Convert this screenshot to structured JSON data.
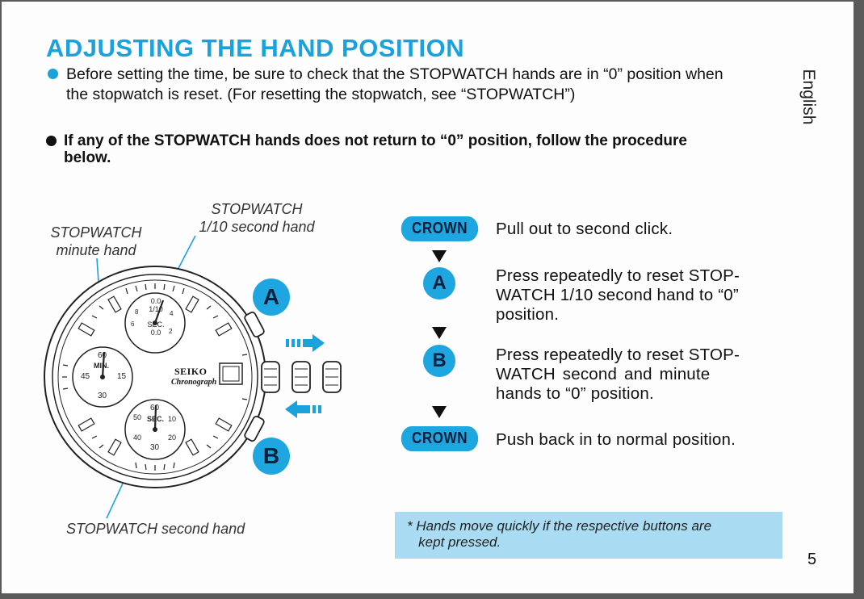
{
  "page": {
    "title": "ADJUSTING THE HAND POSITION",
    "intro_lines": [
      "Before setting the time, be sure to check that the STOPWATCH hands are in “0” position when",
      "the stopwatch is reset.  (For resetting the stopwatch, see “STOPWATCH”)"
    ],
    "note_lines": [
      "If any of the STOPWATCH hands does not return to “0” position, follow the procedure",
      "below."
    ],
    "language_tab": "English",
    "page_number": "5"
  },
  "diagram": {
    "label_minute_hand": [
      "STOPWATCH",
      "minute hand"
    ],
    "label_tenth_hand": [
      "STOPWATCH",
      "1/10 second hand"
    ],
    "label_second_hand": "STOPWATCH second hand",
    "button_a": "A",
    "button_b": "B",
    "brand": "SEIKO",
    "sub_brand": "Chronograph",
    "top_dial": {
      "top": "0.0",
      "mid": "1/10",
      "label": "SEC.",
      "bottom": "0.0",
      "ticks": [
        "8",
        "6",
        "4",
        "2"
      ]
    },
    "left_dial": {
      "top": "60",
      "label": "MIN.",
      "left": "45",
      "right": "15",
      "bottom": "30"
    },
    "bottom_dial": {
      "top": "60",
      "label": "SEC.",
      "left": "50",
      "right": "10",
      "ll": "40",
      "lr": "20",
      "bottom": "30"
    }
  },
  "procedure": {
    "steps": [
      {
        "badge": "CROWN",
        "lines": [
          "Pull out to second click."
        ]
      },
      {
        "badge": "A",
        "lines": [
          "Press repeatedly to reset STOP-",
          "WATCH 1/10 second hand to “0”",
          "position."
        ]
      },
      {
        "badge": "B",
        "lines": [
          "Press repeatedly to reset STOP-",
          "WATCH  second  and  minute",
          "hands to “0” position."
        ]
      },
      {
        "badge": "CROWN",
        "lines": [
          "Push back in to normal position."
        ]
      }
    ],
    "footnote_lines": [
      "* Hands move quickly if the respective buttons are",
      "   kept pressed."
    ]
  },
  "colors": {
    "accent": "#1aa2dc",
    "note_bg": "#a9dcf2"
  }
}
